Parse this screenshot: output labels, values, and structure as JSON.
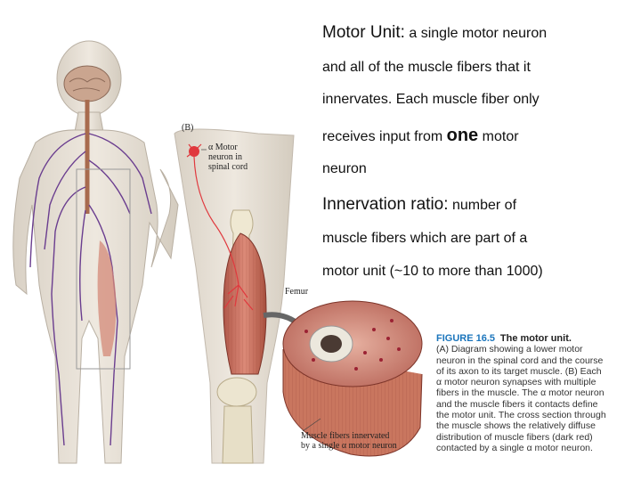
{
  "slide": {
    "motor_unit_term": "Motor Unit:",
    "motor_unit_lines": [
      "a single motor neuron",
      "and all of the muscle fibers that it",
      "innervates. Each muscle fiber only",
      "receives input from",
      "one",
      "motor",
      "neuron"
    ],
    "innervation_term": "Innervation ratio:",
    "innervation_lines": [
      "number of",
      "muscle fibers which are part of a",
      "motor unit (~10  to more than 1000)"
    ]
  },
  "figure": {
    "panel_label": "(B)",
    "neuron_label": [
      "α Motor",
      "neuron in",
      "spinal cord"
    ],
    "femur_label": "Femur",
    "fibers_label": [
      "Muscle fibers innervated",
      "by a single α motor neuron"
    ],
    "caption": {
      "number": "FIGURE 16.5",
      "title": "The motor unit.",
      "lines": [
        "(A) Diagram showing a lower motor",
        "neuron in the spinal cord and the course",
        "of its axon to its target muscle. (B) Each",
        "α motor neuron synapses with multiple",
        "fibers in the muscle. The α motor neuron",
        "and the muscle fibers it contacts define",
        "the motor unit. The cross section through",
        "the muscle shows the relatively diffuse",
        "distribution of muscle fibers (dark red)",
        "contacted by a single α motor neuron."
      ]
    }
  },
  "colors": {
    "nerve": "#6a3d8f",
    "muscle": "#c96a5a",
    "skin": "#e9e2d8",
    "caption_accent": "#1b75bc"
  }
}
